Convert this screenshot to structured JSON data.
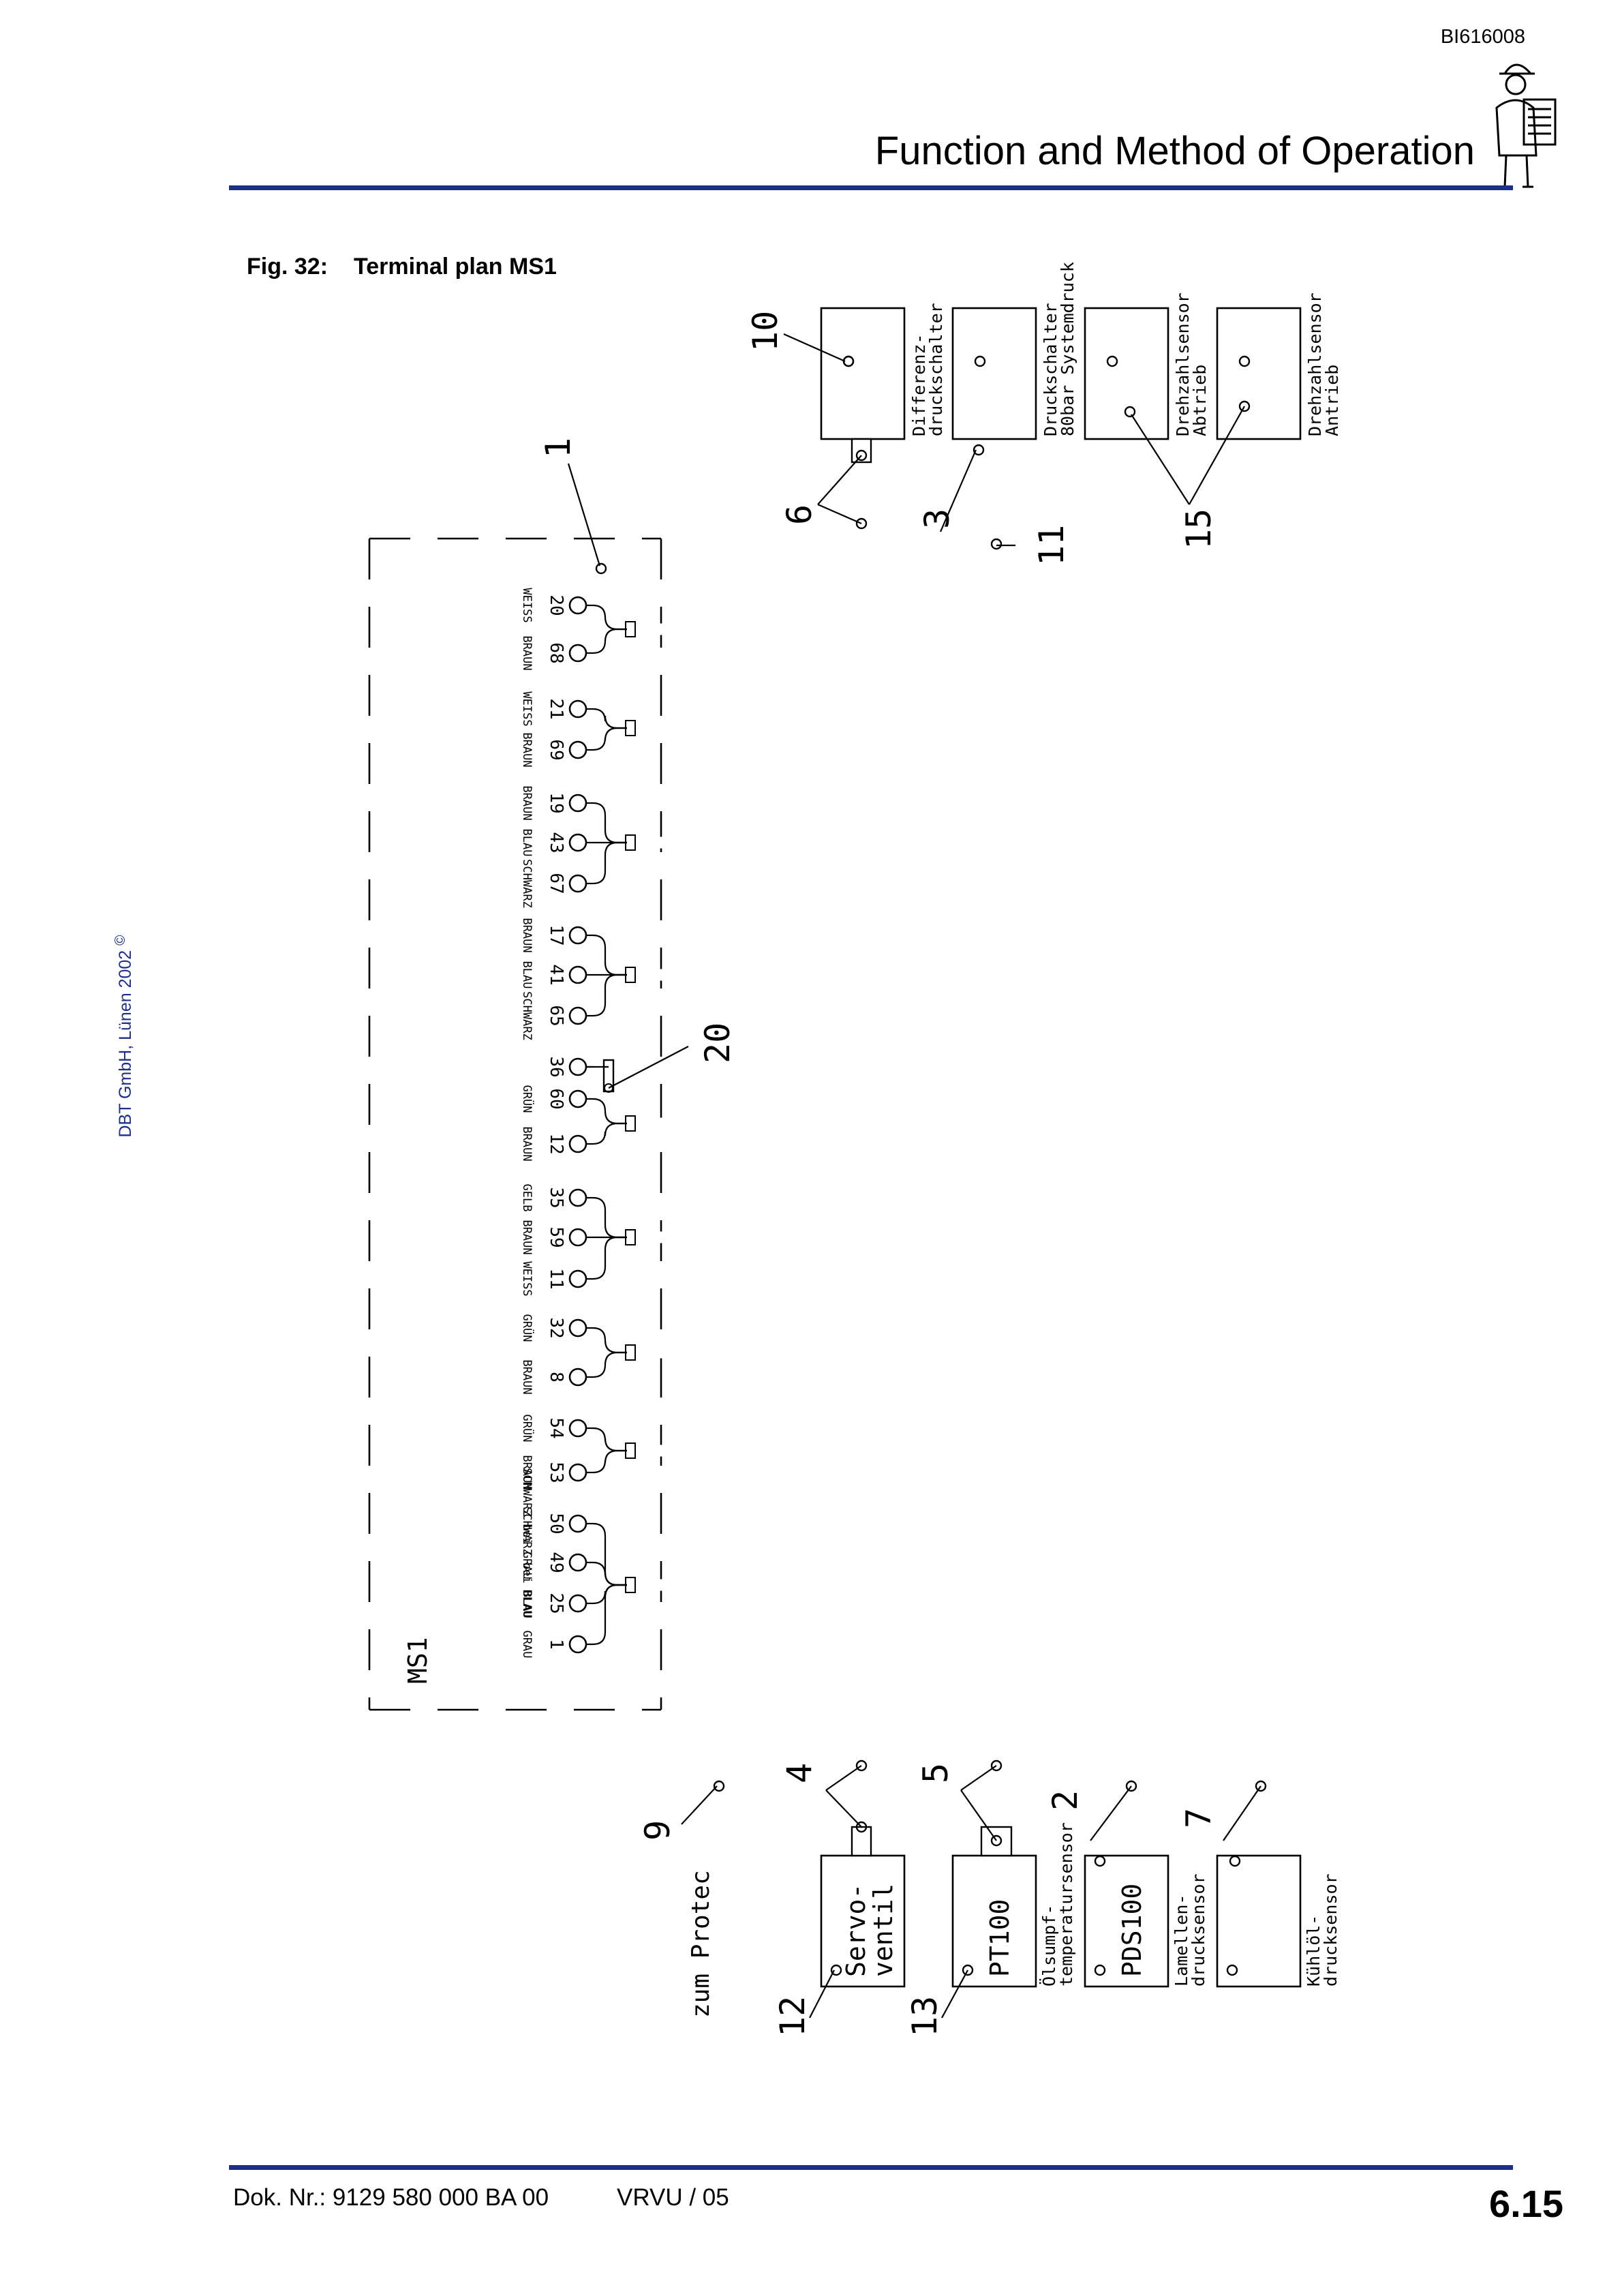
{
  "header": {
    "doc_id": "BI616008",
    "title": "Function and Method of Operation",
    "icon": "operator-with-clipboard-icon"
  },
  "sidebar": {
    "copyright": "DBT GmbH, Lünen 2002"
  },
  "figure": {
    "label": "Fig. 32:",
    "title": "Terminal plan MS1",
    "module_label": "MS1",
    "top_devices": [
      {
        "name": "Differenz-\ndruckschalter",
        "callout": "10"
      },
      {
        "name": "Druckschalter\n80bar Systemdruck",
        "callout": "3"
      },
      {
        "name": "Drehzahlsensor\nAbtrieb",
        "callout": "15"
      },
      {
        "name": "Drehzahlsensor\nAntrieb",
        "callout": "15"
      }
    ],
    "bottom_devices": [
      {
        "name": "Servo-\nventil",
        "label_outside": "",
        "callout": "12"
      },
      {
        "name": "PT100",
        "label_outside": "Ölsumpf-\ntemperatursensor",
        "callout": "13"
      },
      {
        "name": "PDS100",
        "label_outside": "Lamellen-\ndrucksensor",
        "callout": "2"
      },
      {
        "name": "",
        "label_outside": "Kühlöl-\ndrucksensor",
        "callout": "7"
      }
    ],
    "cable_callouts": [
      "6",
      "11",
      "15",
      "4",
      "5",
      "2",
      "7",
      "9"
    ],
    "module_callout": "1",
    "resistor_callout": "20",
    "protec_label": "zum Protec",
    "terminals": [
      {
        "num": "20",
        "color": "WEISS"
      },
      {
        "num": "68",
        "color": "BRAUN"
      },
      {
        "num": "21",
        "color": "WEISS"
      },
      {
        "num": "69",
        "color": "BRAUN"
      },
      {
        "num": "19",
        "color": "BRAUN"
      },
      {
        "num": "43",
        "color": "BLAU"
      },
      {
        "num": "67",
        "color": "SCHWARZ"
      },
      {
        "num": "17",
        "color": "BRAUN"
      },
      {
        "num": "41",
        "color": "BLAU"
      },
      {
        "num": "65",
        "color": "SCHWARZ"
      },
      {
        "num": "36",
        "color": ""
      },
      {
        "num": "60",
        "color": "GRÜN"
      },
      {
        "num": "12",
        "color": "BRAUN"
      },
      {
        "num": "35",
        "color": "GELB"
      },
      {
        "num": "59",
        "color": "BRAUN"
      },
      {
        "num": "11",
        "color": "WEISS"
      },
      {
        "num": "32",
        "color": "GRÜN"
      },
      {
        "num": "8",
        "color": "BRAUN"
      },
      {
        "num": "54",
        "color": "GRÜN"
      },
      {
        "num": "53",
        "color": "BRAUN"
      },
      {
        "num": "50",
        "color": "SCHWARZ bei GRAU"
      },
      {
        "num": "49",
        "color": "SCHWARZ bei BLAU"
      },
      {
        "num": "25",
        "color": "BLAU"
      },
      {
        "num": "1",
        "color": "GRAU"
      }
    ]
  },
  "footer": {
    "doc_number": "Dok. Nr.: 9129 580 000 BA 00",
    "version": "VRVU / 05",
    "page": "6.15"
  }
}
